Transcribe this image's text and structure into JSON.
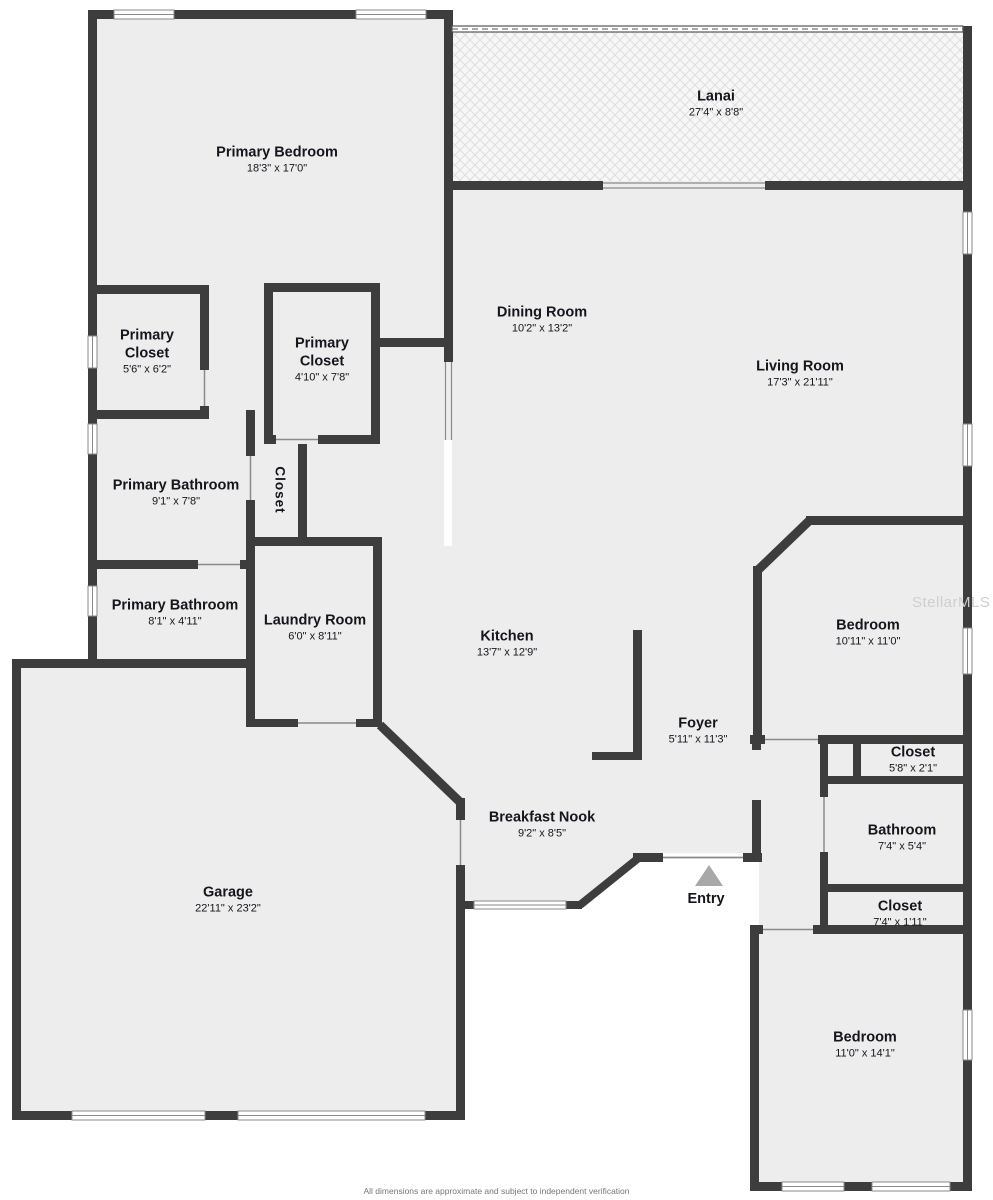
{
  "watermark": "StellarMLS",
  "footer": "All dimensions are approximate and subject to independent verification",
  "entry_label": "Entry",
  "colors": {
    "wall": "#3d3d3d",
    "floor": "#ededed",
    "lanai_hatch": "#dedede",
    "thin_line": "#8a8a8a"
  },
  "rooms": [
    {
      "name": "Primary Bedroom",
      "dims": "18'3\" x 17'0\""
    },
    {
      "name": "Lanai",
      "dims": "27'4\" x 8'8\""
    },
    {
      "name": "Primary Closet",
      "dims": "5'6\" x 6'2\""
    },
    {
      "name": "Primary Closet",
      "dims": "4'10\" x 7'8\""
    },
    {
      "name": "Dining Room",
      "dims": "10'2\" x 13'2\""
    },
    {
      "name": "Living Room",
      "dims": "17'3\" x 21'11\""
    },
    {
      "name": "Primary Bathroom",
      "dims": "9'1\" x 7'8\""
    },
    {
      "name": "Closet",
      "dims": ""
    },
    {
      "name": "Primary Bathroom",
      "dims": "8'1\" x 4'11\""
    },
    {
      "name": "Laundry Room",
      "dims": "6'0\" x 8'11\""
    },
    {
      "name": "Kitchen",
      "dims": "13'7\" x 12'9\""
    },
    {
      "name": "Bedroom",
      "dims": "10'11\" x 11'0\""
    },
    {
      "name": "Foyer",
      "dims": "5'11\" x 11'3\""
    },
    {
      "name": "Closet",
      "dims": "5'8\" x 2'1\""
    },
    {
      "name": "Bathroom",
      "dims": "7'4\" x 5'4\""
    },
    {
      "name": "Breakfast Nook",
      "dims": "9'2\" x 8'5\""
    },
    {
      "name": "Garage",
      "dims": "22'11\" x 23'2\""
    },
    {
      "name": "Closet",
      "dims": "7'4\" x 1'11\""
    },
    {
      "name": "Bedroom",
      "dims": "11'0\" x 14'1\""
    }
  ]
}
